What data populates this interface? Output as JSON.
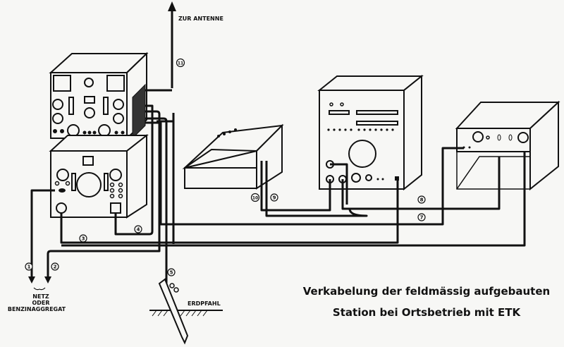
{
  "diagram": {
    "labels": {
      "antenna": "ZUR ANTENNE",
      "power_line1": "NETZ",
      "power_line2": "ODER",
      "power_line3": "BENZINAGGREGAT",
      "ground_stake": "ERDPFAHL"
    },
    "title": {
      "line1": "Verkabelung der feldmässig aufgebauten",
      "line2": "Station bei Ortsbetrieb mit ETK"
    },
    "cables": [
      {
        "id": "1",
        "label": "1"
      },
      {
        "id": "2",
        "label": "2"
      },
      {
        "id": "3",
        "label": "3"
      },
      {
        "id": "4",
        "label": "4"
      },
      {
        "id": "5",
        "label": "5"
      },
      {
        "id": "7",
        "label": "7"
      },
      {
        "id": "8",
        "label": "8"
      },
      {
        "id": "9",
        "label": "9"
      },
      {
        "id": "10",
        "label": "10"
      },
      {
        "id": "11",
        "label": "11"
      }
    ],
    "devices": [
      {
        "id": "transceiver",
        "name": "radio-set"
      },
      {
        "id": "power-supply",
        "name": "power-supply-unit"
      },
      {
        "id": "teleprinter",
        "name": "teleprinter-keyboard"
      },
      {
        "id": "etk-unit",
        "name": "etk-device"
      },
      {
        "id": "aux-unit",
        "name": "auxiliary-unit"
      }
    ]
  }
}
